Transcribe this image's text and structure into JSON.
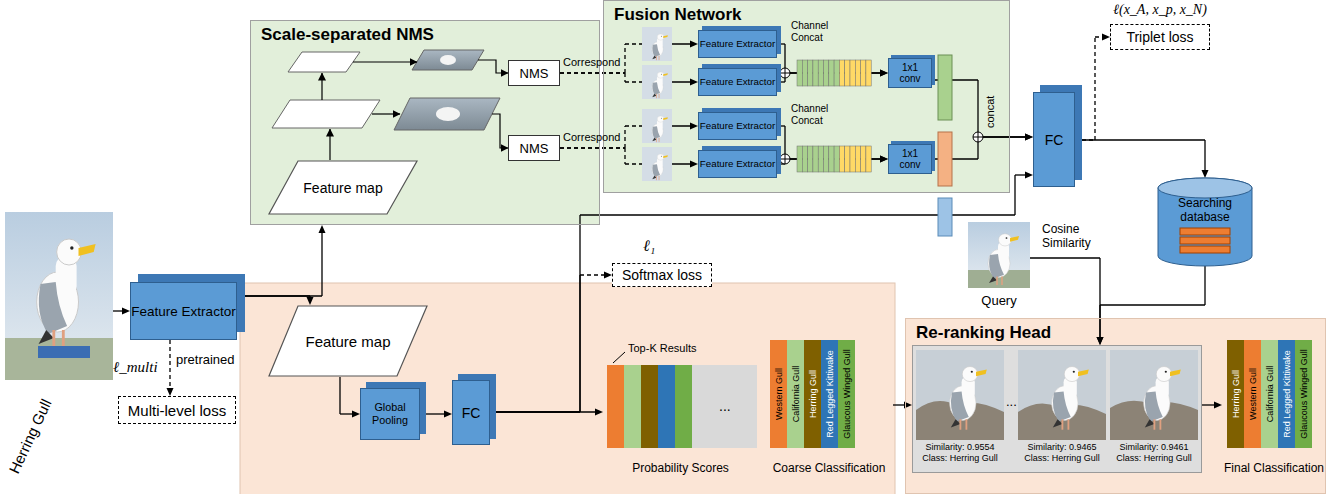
{
  "diagram": {
    "nodes": [
      {
        "text": [
          "Herring Gull"
        ]
      },
      {
        "text": [
          "Scale-separated NMS"
        ]
      },
      {
        "text": [
          "Feature map"
        ],
        "in": 1
      },
      {
        "text": [
          "NMS"
        ],
        "in": 1
      },
      {
        "text": [
          "NMS"
        ],
        "in": 1
      },
      {
        "text": [
          "Fusion Network"
        ]
      },
      {
        "text": [
          "Feature Extractor"
        ],
        "in": 5
      },
      {
        "text": [
          "Feature Extractor"
        ],
        "in": 5
      },
      {
        "text": [
          "Feature Extractor"
        ],
        "in": 5
      },
      {
        "text": [
          "Feature Extractor"
        ],
        "in": 5
      },
      {
        "text": [
          "1x1 conv"
        ],
        "in": 5
      },
      {
        "text": [
          "1x1 conv"
        ],
        "in": 5
      },
      {
        "text": [
          "FC"
        ]
      },
      {
        "text": [
          "ℓ(x_A, x_p, x_N)",
          "Triplet loss"
        ]
      },
      {
        "text": [
          "Searching database"
        ]
      },
      {
        "text": [
          "Query"
        ]
      },
      {
        "text": [
          "Feature Extractor"
        ]
      },
      {
        "text": [
          "ℓ_multi",
          "Multi-level loss"
        ]
      },
      {
        "text": [
          "Feature map"
        ]
      },
      {
        "text": [
          "Global Pooling"
        ]
      },
      {
        "text": [
          "FC"
        ]
      },
      {
        "text": [
          "ℓ₁",
          "Softmax loss"
        ]
      },
      {
        "text": [
          "Probability Scores"
        ]
      },
      {
        "text": [
          "Coarse Classification"
        ]
      },
      {
        "text": [
          "Western Gull"
        ],
        "in": 23
      },
      {
        "text": [
          "California Gull"
        ],
        "in": 23
      },
      {
        "text": [
          "Herring Gull"
        ],
        "in": 23
      },
      {
        "text": [
          "Red Legged Kittiwake"
        ],
        "in": 23
      },
      {
        "text": [
          "Glaucous Winged Gull"
        ],
        "in": 23
      },
      {
        "text": [
          "Re-ranking Head"
        ]
      },
      {
        "text": [
          "..."
        ],
        "in": 29
      },
      {
        "text": [
          "Similarity: 0.9554",
          "Class: Herring Gull"
        ],
        "in": 30
      },
      {
        "text": [
          "Similarity: 0.9465",
          "Class: Herring Gull"
        ],
        "in": 30
      },
      {
        "text": [
          "Similarity: 0.9461",
          "Class: Herring Gull"
        ],
        "in": 30
      },
      {
        "text": [
          "Final Classification"
        ],
        "in": 29
      },
      {
        "text": [
          "Herring Gull"
        ],
        "in": 34
      },
      {
        "text": [
          "Western Gull"
        ],
        "in": 34
      },
      {
        "text": [
          "California Gull"
        ],
        "in": 34
      },
      {
        "text": [
          "Red Legged Kittiwake"
        ],
        "in": 34
      },
      {
        "text": [
          "Glaucous Winged Gull"
        ],
        "in": 34
      }
    ],
    "edges": [
      {
        "from": 0,
        "to": 16,
        "arrow": "to"
      },
      {
        "from": 16,
        "to": 1,
        "arrow": "to"
      },
      {
        "from": 16,
        "to": 18,
        "arrow": "to"
      },
      {
        "from": 16,
        "to": 17,
        "label": "pretrained",
        "arrow": "to"
      },
      {
        "from": 3,
        "to": 6,
        "label": "Correspond",
        "arrow": "to"
      },
      {
        "from": 3,
        "to": 7,
        "arrow": "to"
      },
      {
        "from": 4,
        "to": 8,
        "label": "Correspond",
        "arrow": "to"
      },
      {
        "from": 4,
        "to": 9,
        "arrow": "to"
      },
      {
        "from": 6,
        "to": 10,
        "label": "Channel Concat",
        "arrow": "to"
      },
      {
        "from": 7,
        "to": 10,
        "arrow": "to"
      },
      {
        "from": 8,
        "to": 11,
        "label": "Channel Concat",
        "arrow": "to"
      },
      {
        "from": 9,
        "to": 11,
        "arrow": "to"
      },
      {
        "from": 10,
        "to": 12,
        "label": "concat",
        "arrow": "to"
      },
      {
        "from": 11,
        "to": 12,
        "arrow": "to"
      },
      {
        "from": 20,
        "to": 12,
        "arrow": "to"
      },
      {
        "from": 12,
        "to": 13,
        "arrow": "to"
      },
      {
        "from": 12,
        "to": 14,
        "arrow": "to"
      },
      {
        "from": 15,
        "to": 30,
        "label": "Cosine Similarity",
        "arrow": "to"
      },
      {
        "from": 14,
        "to": 30,
        "arrow": "to"
      },
      {
        "from": 18,
        "to": 19,
        "arrow": "to"
      },
      {
        "from": 19,
        "to": 20,
        "arrow": "to"
      },
      {
        "from": 20,
        "to": 21,
        "arrow": "to"
      },
      {
        "from": 20,
        "to": 22,
        "arrow": "to"
      },
      {
        "from": 23,
        "to": 30,
        "arrow": "to"
      },
      {
        "from": 30,
        "to": 34,
        "arrow": "to"
      }
    ],
    "labels": [
      "Top-K Results",
      "..."
    ]
  }
}
